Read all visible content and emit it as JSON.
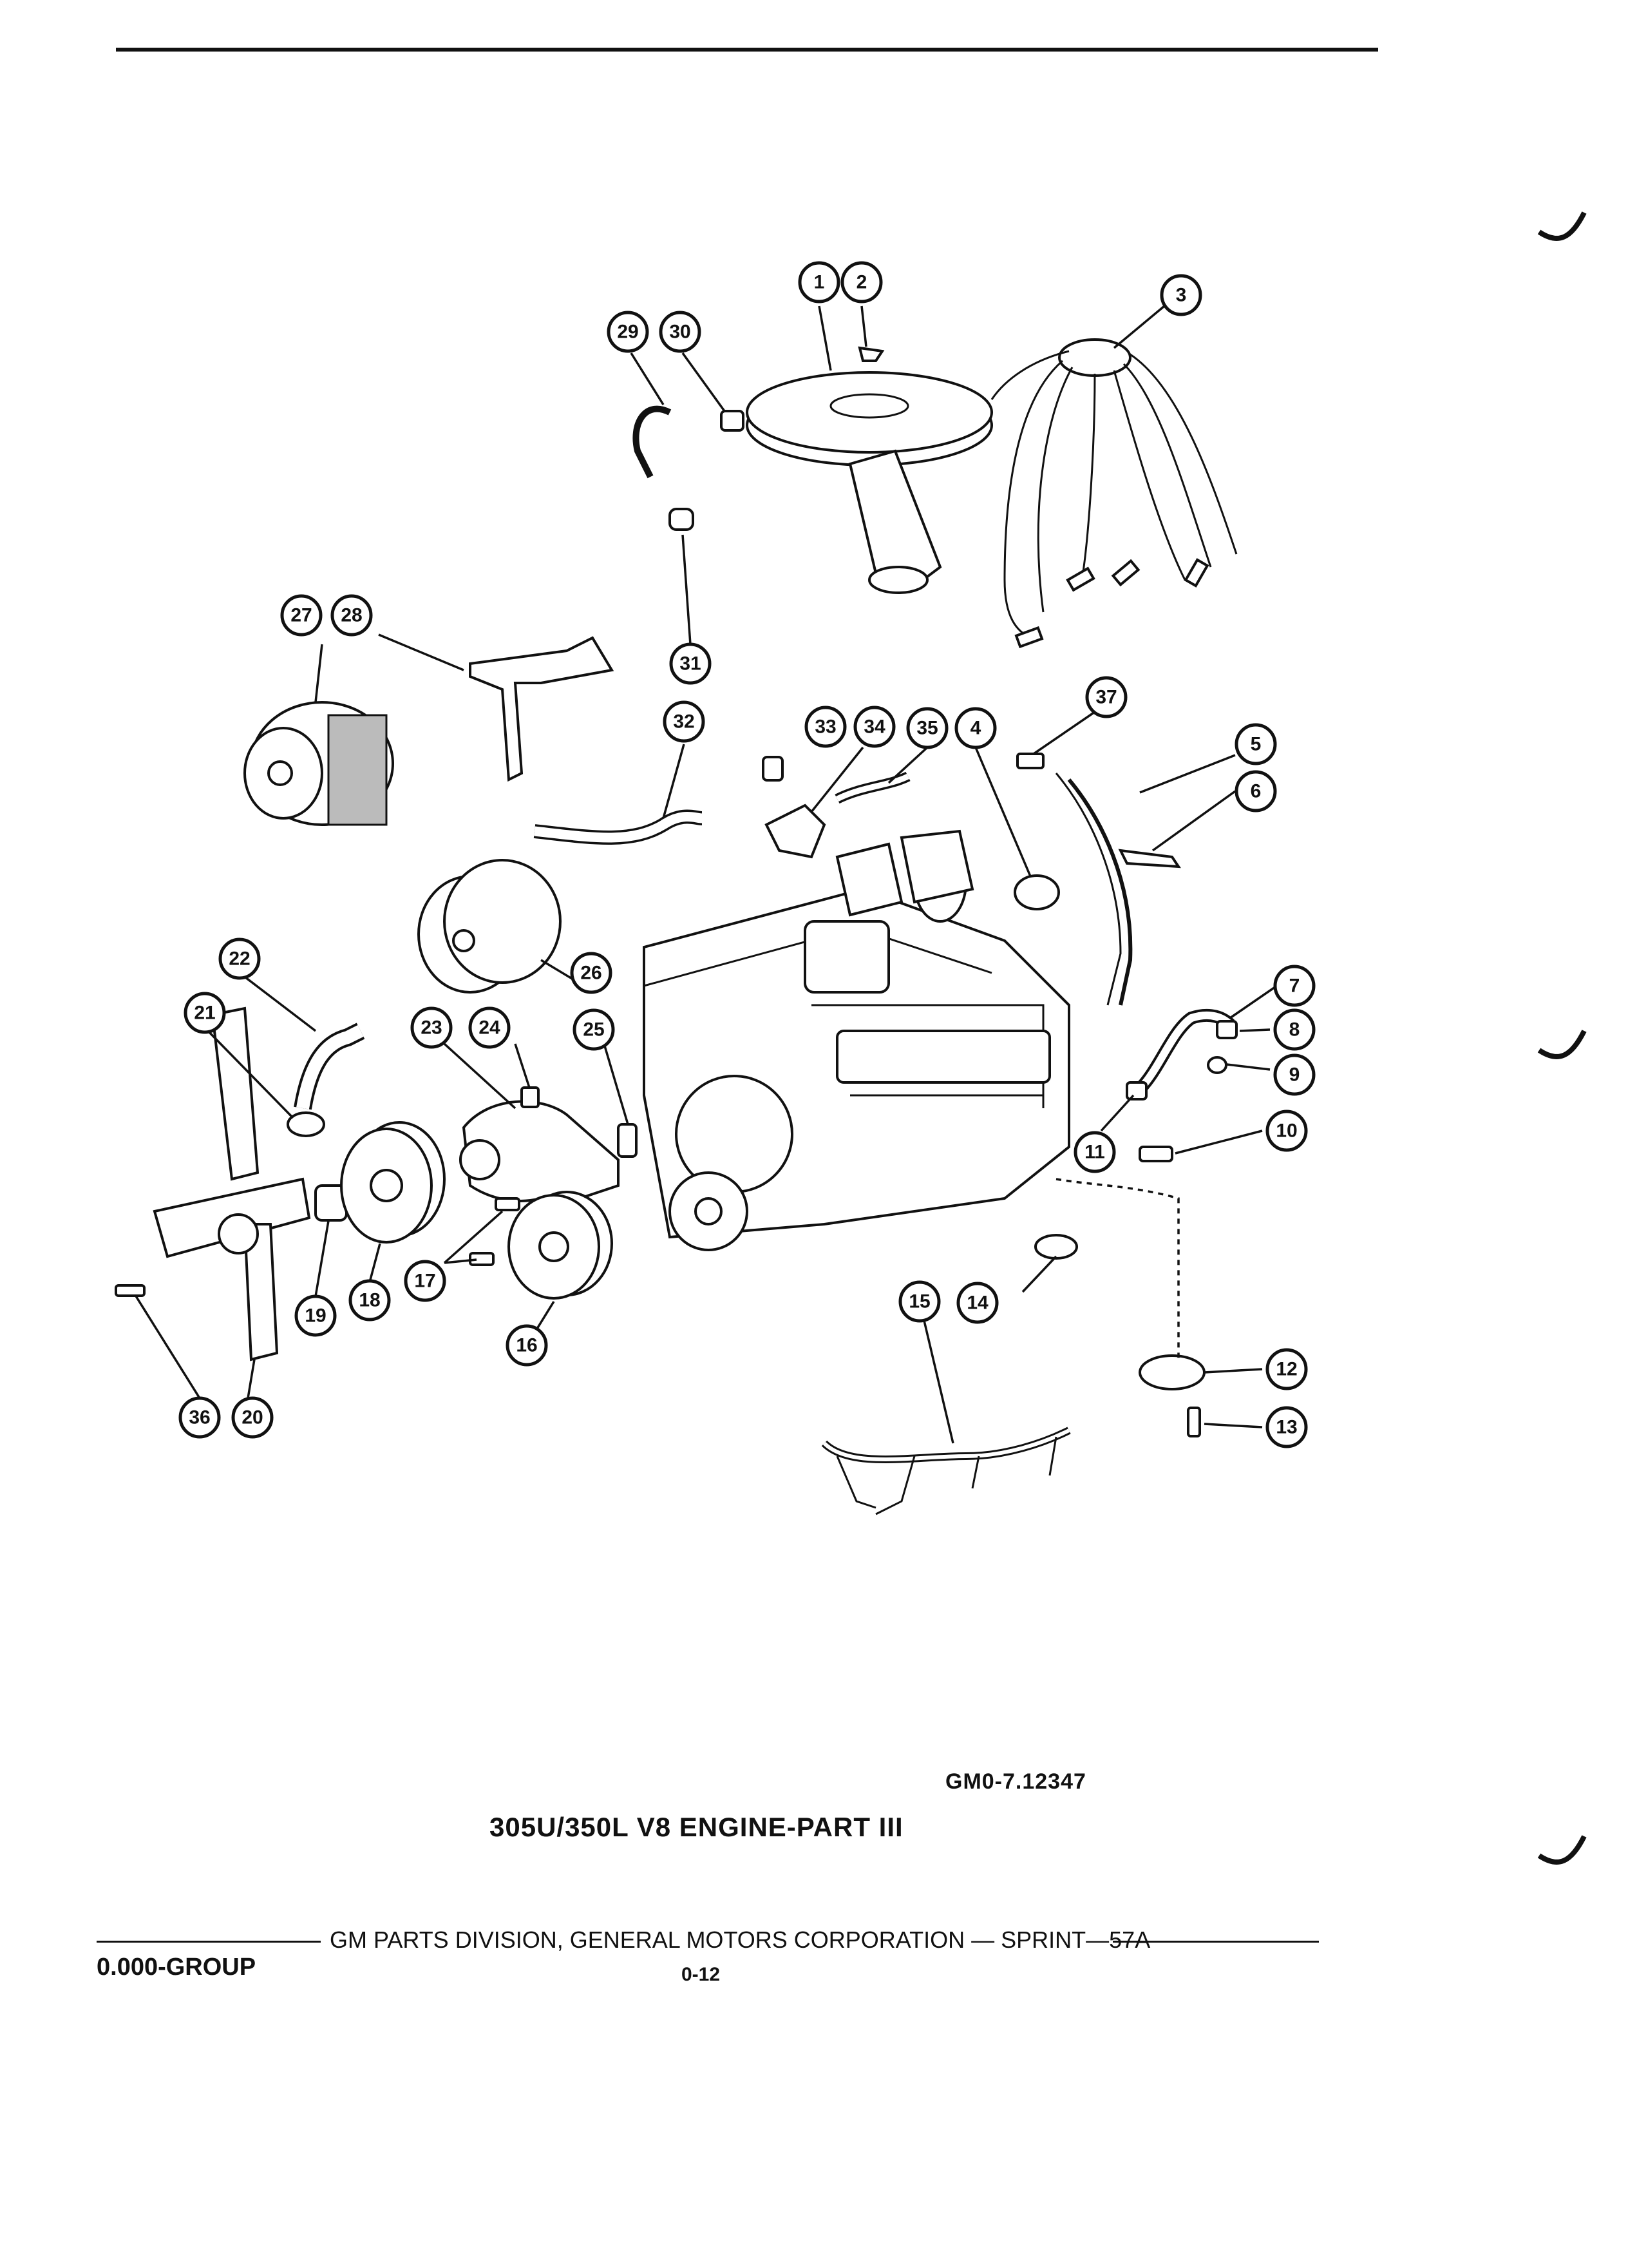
{
  "figure": {
    "code": "GM0-7.12347",
    "title": "305U/350L V8 ENGINE-PART III"
  },
  "footer": {
    "publisher": "GM PARTS DIVISION, GENERAL MOTORS CORPORATION — SPRINT—57A",
    "group": "0.000-GROUP",
    "page": "0-12"
  },
  "callouts": [
    "1",
    "2",
    "3",
    "4",
    "5",
    "6",
    "7",
    "8",
    "9",
    "10",
    "11",
    "12",
    "13",
    "14",
    "15",
    "16",
    "17",
    "18",
    "19",
    "20",
    "21",
    "22",
    "23",
    "24",
    "25",
    "26",
    "27",
    "28",
    "29",
    "30",
    "31",
    "32",
    "33",
    "34",
    "35",
    "36",
    "37"
  ]
}
